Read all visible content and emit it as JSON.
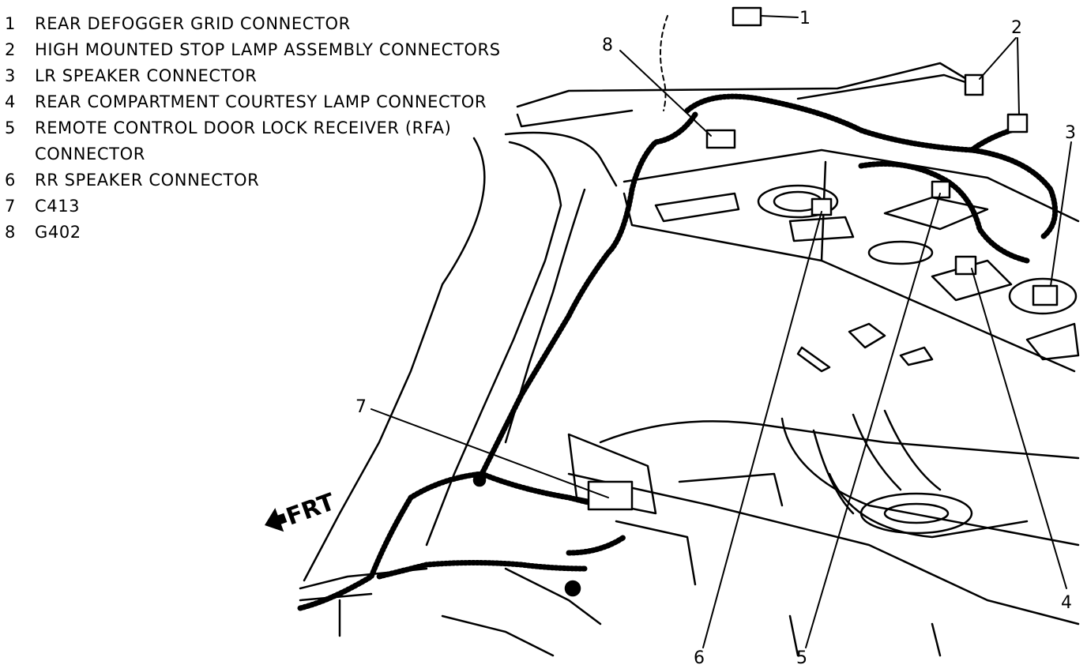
{
  "legend": [
    {
      "num": "1",
      "text": "REAR DEFOGGER GRID CONNECTOR"
    },
    {
      "num": "2",
      "text": "HIGH MOUNTED STOP LAMP ASSEMBLY CONNECTORS"
    },
    {
      "num": "3",
      "text": "LR SPEAKER CONNECTOR"
    },
    {
      "num": "4",
      "text": "REAR COMPARTMENT COURTESY LAMP CONNECTOR"
    },
    {
      "num": "5",
      "text": "REMOTE CONTROL DOOR LOCK RECEIVER (RFA)",
      "cont": "CONNECTOR"
    },
    {
      "num": "6",
      "text": "RR SPEAKER CONNECTOR"
    },
    {
      "num": "7",
      "text": "C413"
    },
    {
      "num": "8",
      "text": "G402"
    }
  ],
  "callouts": {
    "c1": "1",
    "c2": "2",
    "c3": "3",
    "c4": "4",
    "c5": "5",
    "c6": "6",
    "c7": "7",
    "c8": "8"
  },
  "direction_label": "FRT"
}
